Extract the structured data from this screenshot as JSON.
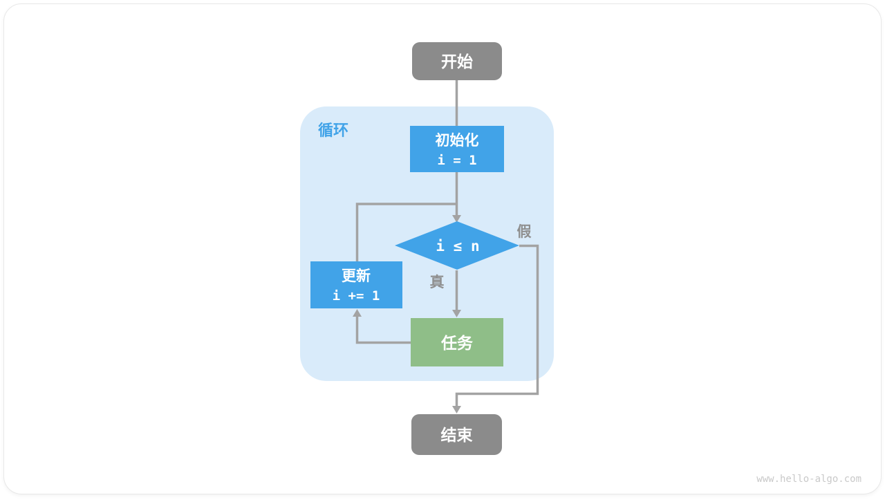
{
  "page": {
    "watermark": "www.hello-algo.com"
  },
  "diagram": {
    "loop_label": "循环",
    "nodes": {
      "start": "开始",
      "init": {
        "line1": "初始化",
        "line2": "i = 1"
      },
      "condition": "i ≤ n",
      "update": {
        "line1": "更新",
        "line2": "i += 1"
      },
      "task": "任务",
      "end": "结束"
    },
    "edge_labels": {
      "true_label": "真",
      "false_label": "假"
    },
    "colors": {
      "node_blue": "#41a3e8",
      "node_green": "#8fbe88",
      "node_gray": "#8b8b8b",
      "loop_bg": "#d9ebfa",
      "line": "#a3a3a3",
      "edge_label": "#8f8f8f",
      "loop_label_color": "#41a3e8",
      "watermark": "#c9c9c9"
    }
  }
}
